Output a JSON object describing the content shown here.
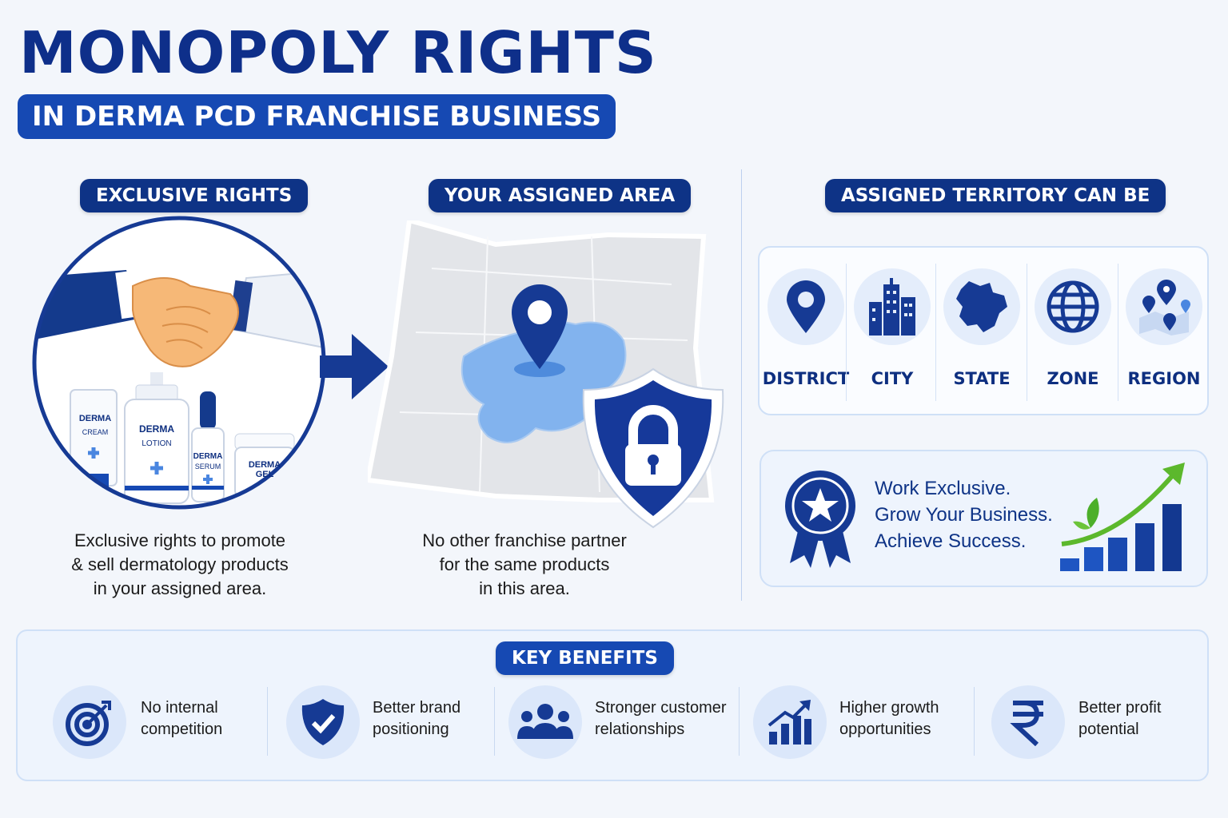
{
  "header": {
    "title": "MONOPOLY RIGHTS",
    "subtitle": "IN DERMA PCD FRANCHISE BUSINESS"
  },
  "exclusive": {
    "heading": "EXCLUSIVE RIGHTS",
    "caption": "Exclusive rights to promote\n& sell dermatology products\nin your assigned area.",
    "products": [
      {
        "brand": "DERMA",
        "type": "CREAM"
      },
      {
        "brand": "DERMA",
        "type": "LOTION"
      },
      {
        "brand": "DERMA",
        "type": "SERUM"
      },
      {
        "brand": "DERMA",
        "type": "GEL"
      }
    ]
  },
  "area": {
    "heading": "YOUR ASSIGNED AREA",
    "caption": "No other franchise partner\nfor the same products\nin this area."
  },
  "territory": {
    "heading": "ASSIGNED TERRITORY CAN BE",
    "items": [
      {
        "label": "DISTRICT",
        "icon": "map-pin-icon"
      },
      {
        "label": "CITY",
        "icon": "city-buildings-icon"
      },
      {
        "label": "STATE",
        "icon": "state-map-icon"
      },
      {
        "label": "ZONE",
        "icon": "globe-icon"
      },
      {
        "label": "REGION",
        "icon": "multi-pin-icon"
      }
    ]
  },
  "success": {
    "lines": [
      "Work Exclusive.",
      "Grow Your Business.",
      "Achieve Success."
    ],
    "icon": "award-badge-icon"
  },
  "benefits": {
    "heading": "KEY BENEFITS",
    "items": [
      {
        "text": "No internal\ncompetition",
        "icon": "target-icon"
      },
      {
        "text": "Better brand\npositioning",
        "icon": "shield-check-icon"
      },
      {
        "text": "Stronger customer\nrelationships",
        "icon": "people-icon"
      },
      {
        "text": "Higher growth\nopportunities",
        "icon": "growth-chart-icon"
      },
      {
        "text": "Better profit\npotential",
        "icon": "rupee-icon"
      }
    ]
  },
  "colors": {
    "primary": "#0e3386",
    "accent": "#1649b3",
    "light": "#e4edfb",
    "green": "#4caf2a"
  }
}
